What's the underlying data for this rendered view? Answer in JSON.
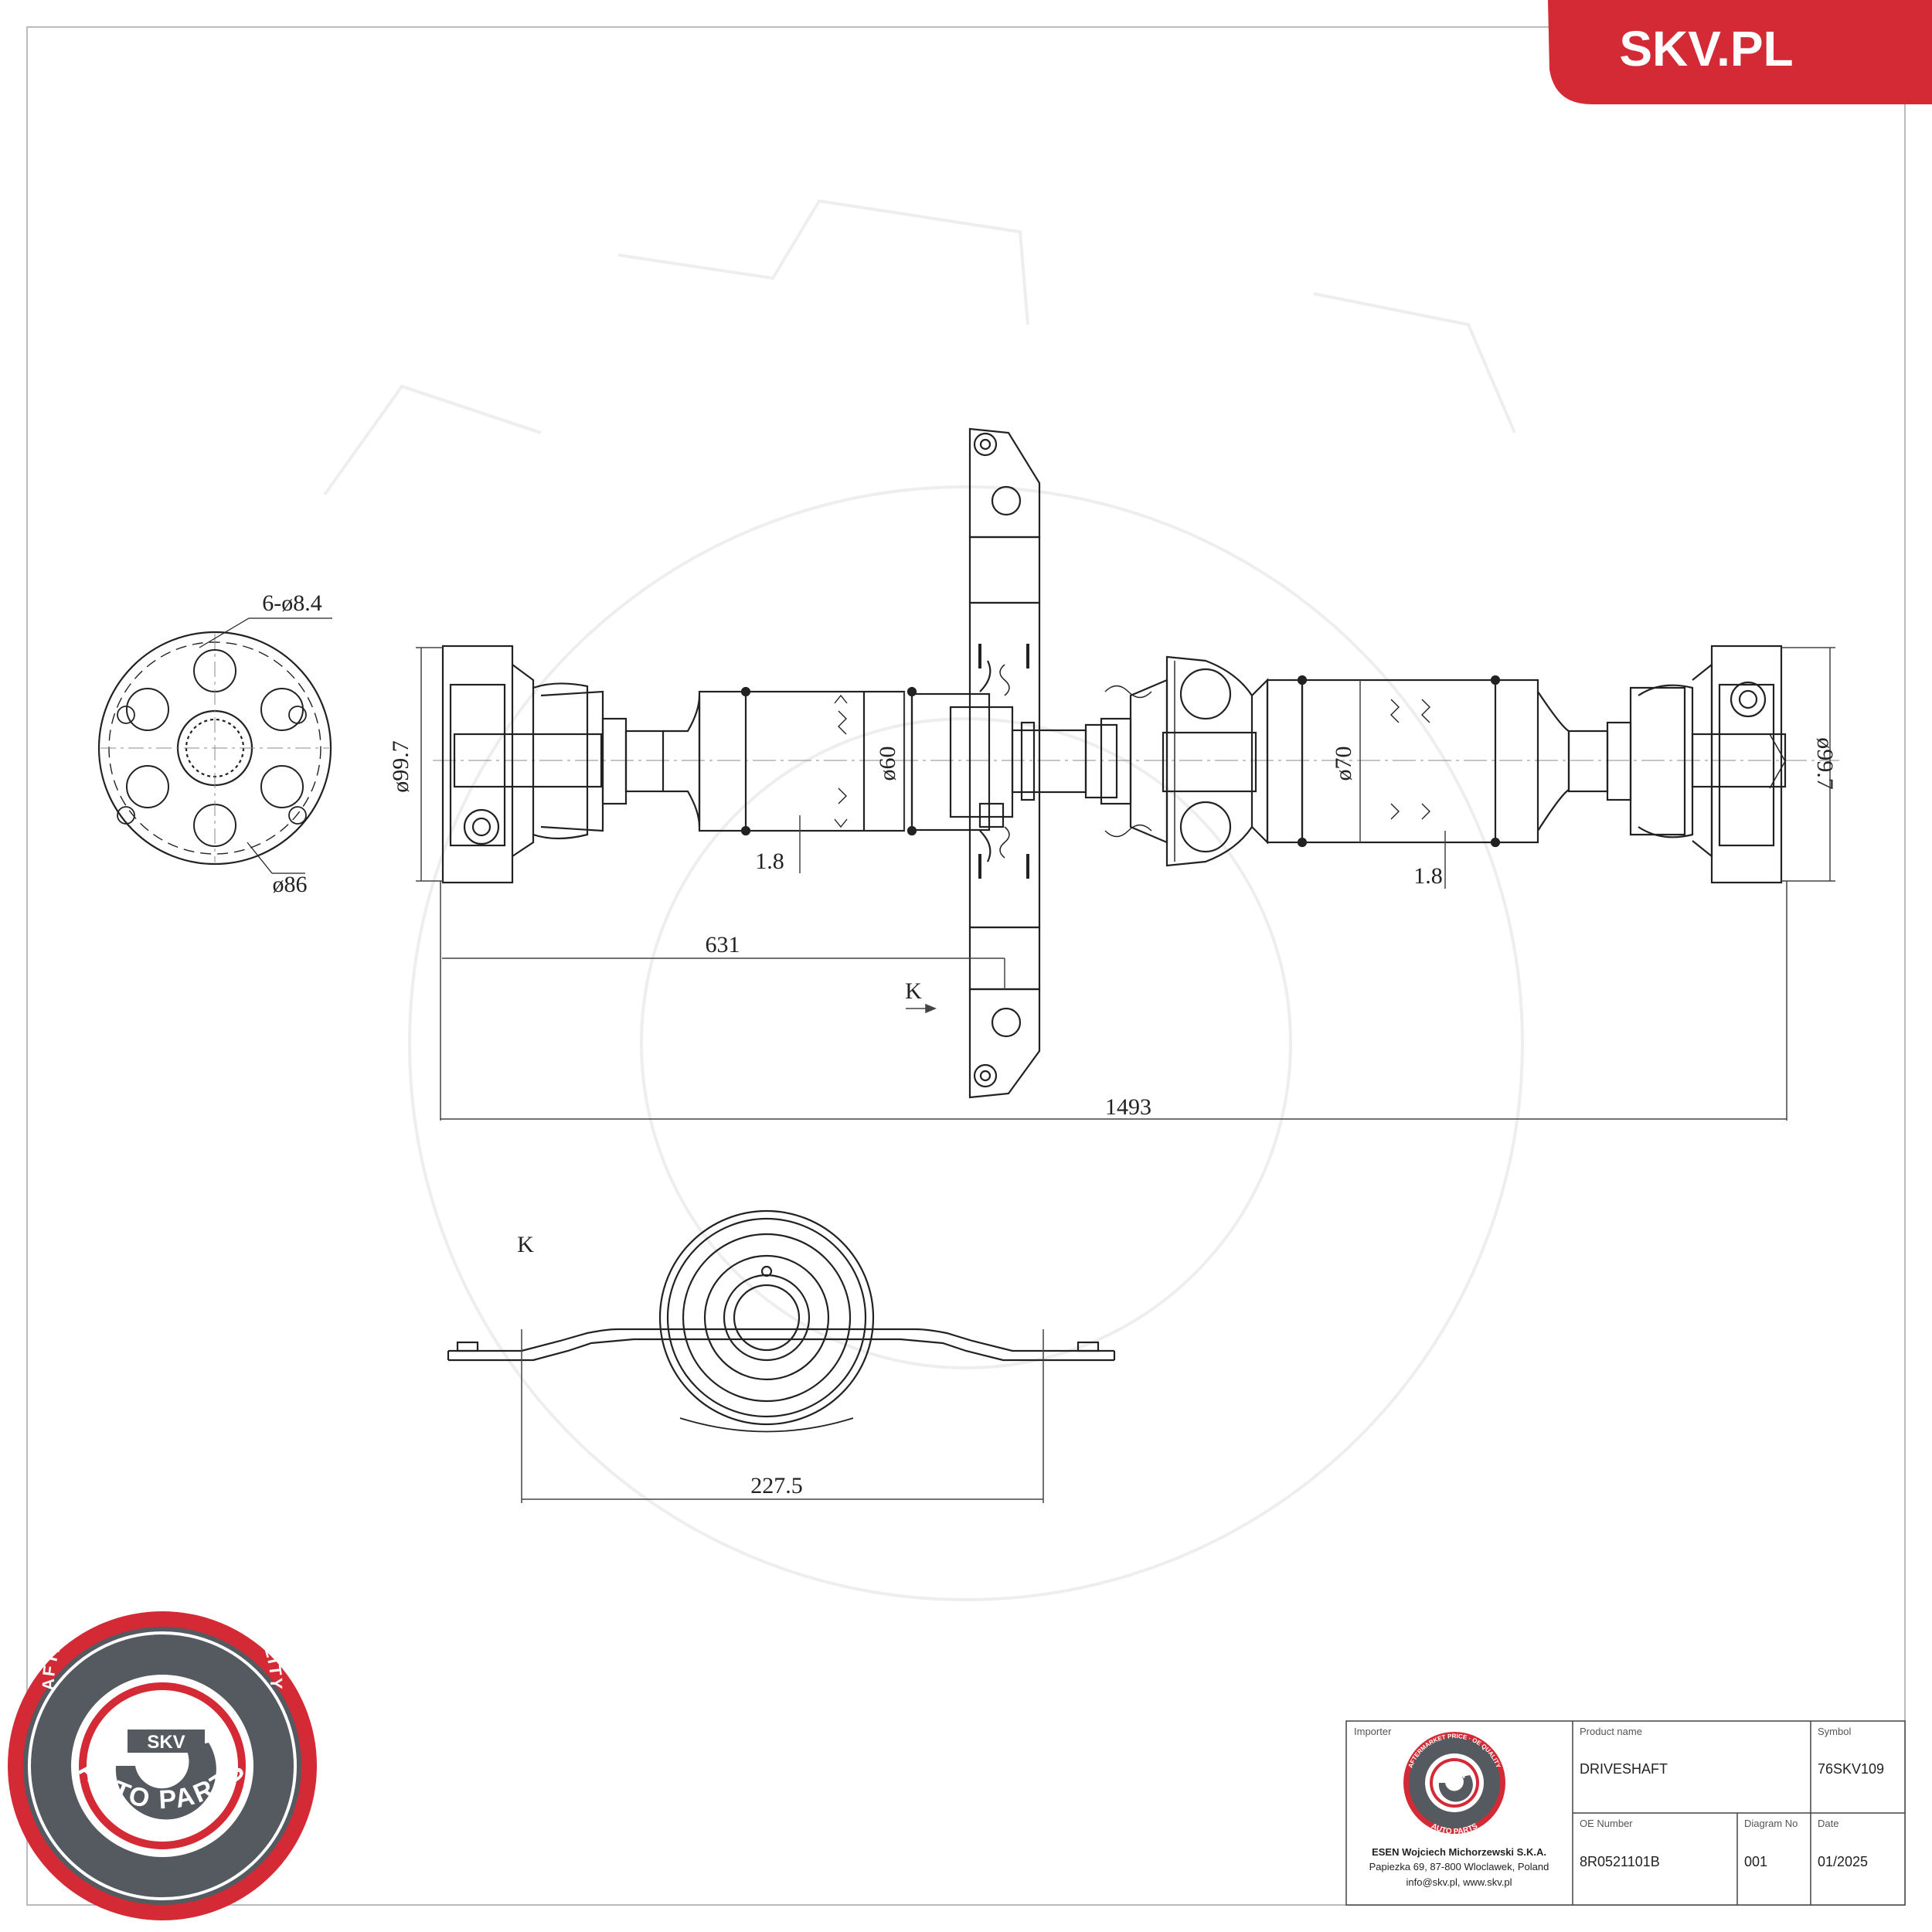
{
  "brand": {
    "site": "SKV.PL",
    "color": "#d42a35"
  },
  "stamp": {
    "top_text": "AFTERMARKET PRICE · OE QUALITY",
    "bottom_text": "AUTO PARTS",
    "logo_text": "SKV"
  },
  "dimensions": {
    "holes": "6-ø8.4",
    "bolt_circle": "ø86",
    "left_flange_diameter": "ø99.7",
    "right_flange_diameter": "ø99.7",
    "tube_front_diameter": "ø60",
    "tube_rear_diameter": "ø70",
    "gap_front": "1.8",
    "gap_rear": "1.8",
    "bearing_position": "631",
    "total_length": "1493",
    "view_marker": "K",
    "section_label": "K",
    "bracket_width": "227.5"
  },
  "title_block": {
    "importer_label": "Importer",
    "importer_name": "ESEN Wojciech Michorzewski S.K.A.",
    "importer_address": "Papiezka 69, 87-800 Wloclawek, Poland",
    "importer_contact": "info@skv.pl, www.skv.pl",
    "product_name_label": "Product name",
    "product_name": "DRIVESHAFT",
    "symbol_label": "Symbol",
    "symbol": "76SKV109",
    "oe_number_label": "OE Number",
    "oe_number": "8R0521101B",
    "diagram_no_label": "Diagram No",
    "diagram_no": "001",
    "date_label": "Date",
    "date": "01/2025"
  }
}
